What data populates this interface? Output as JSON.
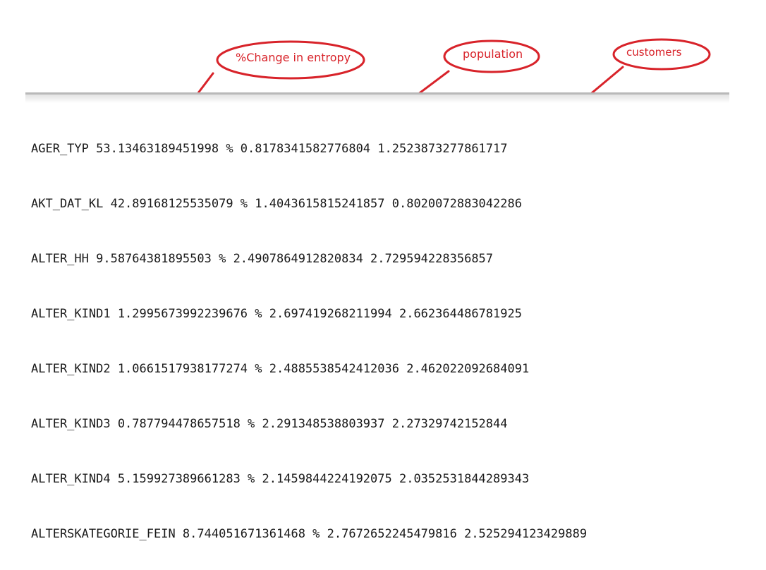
{
  "annotations": {
    "entropy_label": "%Change in entropy",
    "population_label": "population",
    "customers_label": "customers",
    "accent_color": "#d8232a"
  },
  "output_lines": [
    "AGER_TYP 53.13463189451998 % 0.8178341582776804 1.2523873277861717",
    "AKT_DAT_KL 42.89168125535079 % 1.4043615815241857 0.8020072883042286",
    "ALTER_HH 9.58764381895503 % 2.4907864912820834 2.729594228356857",
    "ALTER_KIND1 1.2995673992239676 % 2.697419268211994 2.662364486781925",
    "ALTER_KIND2 1.0661517938177274 % 2.4885538542412036 2.462022092684091",
    "ALTER_KIND3 0.787794478657518 % 2.291348538803937 2.27329742152844",
    "ALTER_KIND4 5.159927389661283 % 2.1459844224192075 2.0352531844289343",
    "ALTERSKATEGORIE_FEIN 8.744051671361468 % 2.7672652245479816 2.525294123429889"
  ]
}
